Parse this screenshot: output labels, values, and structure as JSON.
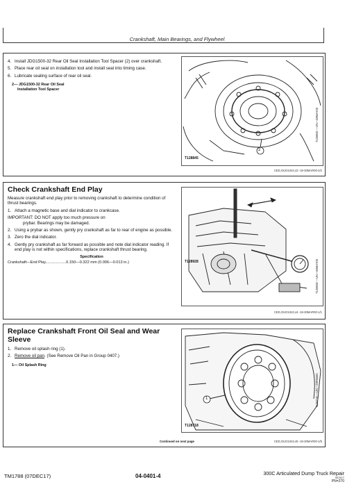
{
  "header": {
    "title": "Crankshaft, Main Bearings, and Flywheel"
  },
  "section1": {
    "steps": [
      {
        "num": "4.",
        "text": "Install JDG1500-32 Rear Oil Seal Installation Tool Spacer (2) over crankshaft."
      },
      {
        "num": "5.",
        "text": "Place rear oil seal on installation tool and install seal into timing case."
      },
      {
        "num": "6.",
        "text": "Lubricate sealing surface of rear oil seal."
      }
    ],
    "legend_line1": "2— JDG1500-32 Rear Oil Seal",
    "legend_line2": "Installation Tool Spacer",
    "figure_id": "T128845",
    "figure_vert": "T128845 —UN—08MAY00",
    "callout": "2",
    "ref": "CED,OUO1043,43 -19-30MAR00-2/2"
  },
  "section2": {
    "title": "Check Crankshaft End Play",
    "intro": "Measure crankshaft end play prior to removing crankshaft to determine condition of thrust bearings.",
    "step1_num": "1.",
    "step1": "Attach a magnetic base and dial indicator to crankcase.",
    "important_label": "IMPORTANT:",
    "important_text1": "DO NOT apply too much pressure on",
    "important_text2": "prybar. Bearings may be damaged.",
    "steps": [
      {
        "num": "2.",
        "text": "Using a prybar as shown, gently pry crankshaft as far to rear of engine as possible."
      },
      {
        "num": "3.",
        "text": "Zero the dial indicator."
      },
      {
        "num": "4.",
        "text": "Gently pry crankshaft as far forward as possible and note dial indicator reading. If end play is not within specifications, replace crankshaft thrust bearing."
      }
    ],
    "spec_head": "Specification",
    "spec_row": "Crankshaft—End Play...................0.150—0.322 mm (0.006—0.013 in.)",
    "figure_id": "T128928",
    "figure_vert": "T128928 —UN—08MAY00",
    "ref": "CED,OUO1043,44 -19-30MAR00-1/1"
  },
  "section3": {
    "title_line1": "Replace Crankshaft Front Oil Seal and Wear",
    "title_line2": "Sleeve",
    "step1_num": "1.",
    "step1": "Remove oil splash ring (1).",
    "step2_num": "2.",
    "step2_link": "Remove oil pan",
    "step2_rest": ". (See Remove Oil Pan in Group 0407.)",
    "legend": "1— Oil Splash Ring",
    "figure_id": "T128718",
    "figure_vert": "T128718 —UN—29FEB00",
    "callout": "1",
    "continued": "Continued on next page",
    "ref": "CED,OUO1043,45 -19-30MAR00-1/5"
  },
  "footer": {
    "left": "TM1788 (07DEC17)",
    "mid": "04-0401-4",
    "right": "300C Articulated Dump Truck Repair",
    "small": "022117",
    "pn": "PN=270"
  }
}
